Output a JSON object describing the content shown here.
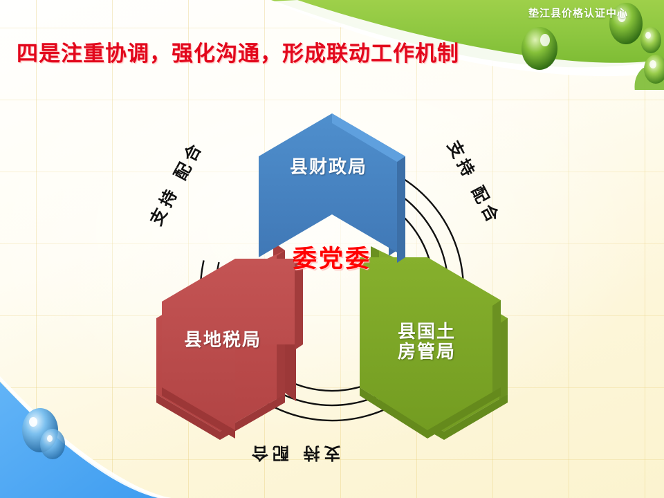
{
  "slide": {
    "org_banner_title": "垫江县价格认证中心",
    "heading": "四是注重协调，强化沟通，形成联动工作机制",
    "colors": {
      "banner_green": "#8CC63F",
      "heading_red": "#E2071C",
      "node_blue": "#4584C4",
      "node_red": "#BE4B4B",
      "node_green": "#7CA528",
      "center_red": "#FF0000",
      "corner_blue": "#4FA9F3",
      "background_cream": "#FBF3CF"
    }
  },
  "diagram": {
    "type": "interlocking-chevron-cycle",
    "center_label": "委党委",
    "nodes": [
      {
        "id": "top",
        "label": "县财政局",
        "color": "#4584C4",
        "position": "top"
      },
      {
        "id": "right",
        "label": "县国土\n房管局",
        "label_line1": "县国土",
        "label_line2": "房管局",
        "color": "#7CA528",
        "position": "bottom-right"
      },
      {
        "id": "left",
        "label": "县地税局",
        "color": "#BE4B4B",
        "position": "bottom-left"
      }
    ],
    "arc_labels": [
      {
        "id": "left",
        "text": "支持 配合",
        "rotation_deg": -62
      },
      {
        "id": "right",
        "text": "支持 配合",
        "rotation_deg": 62
      },
      {
        "id": "bottom",
        "text": "支持 配合",
        "rotation_deg": 180
      }
    ],
    "arc_ring_count": 3
  }
}
